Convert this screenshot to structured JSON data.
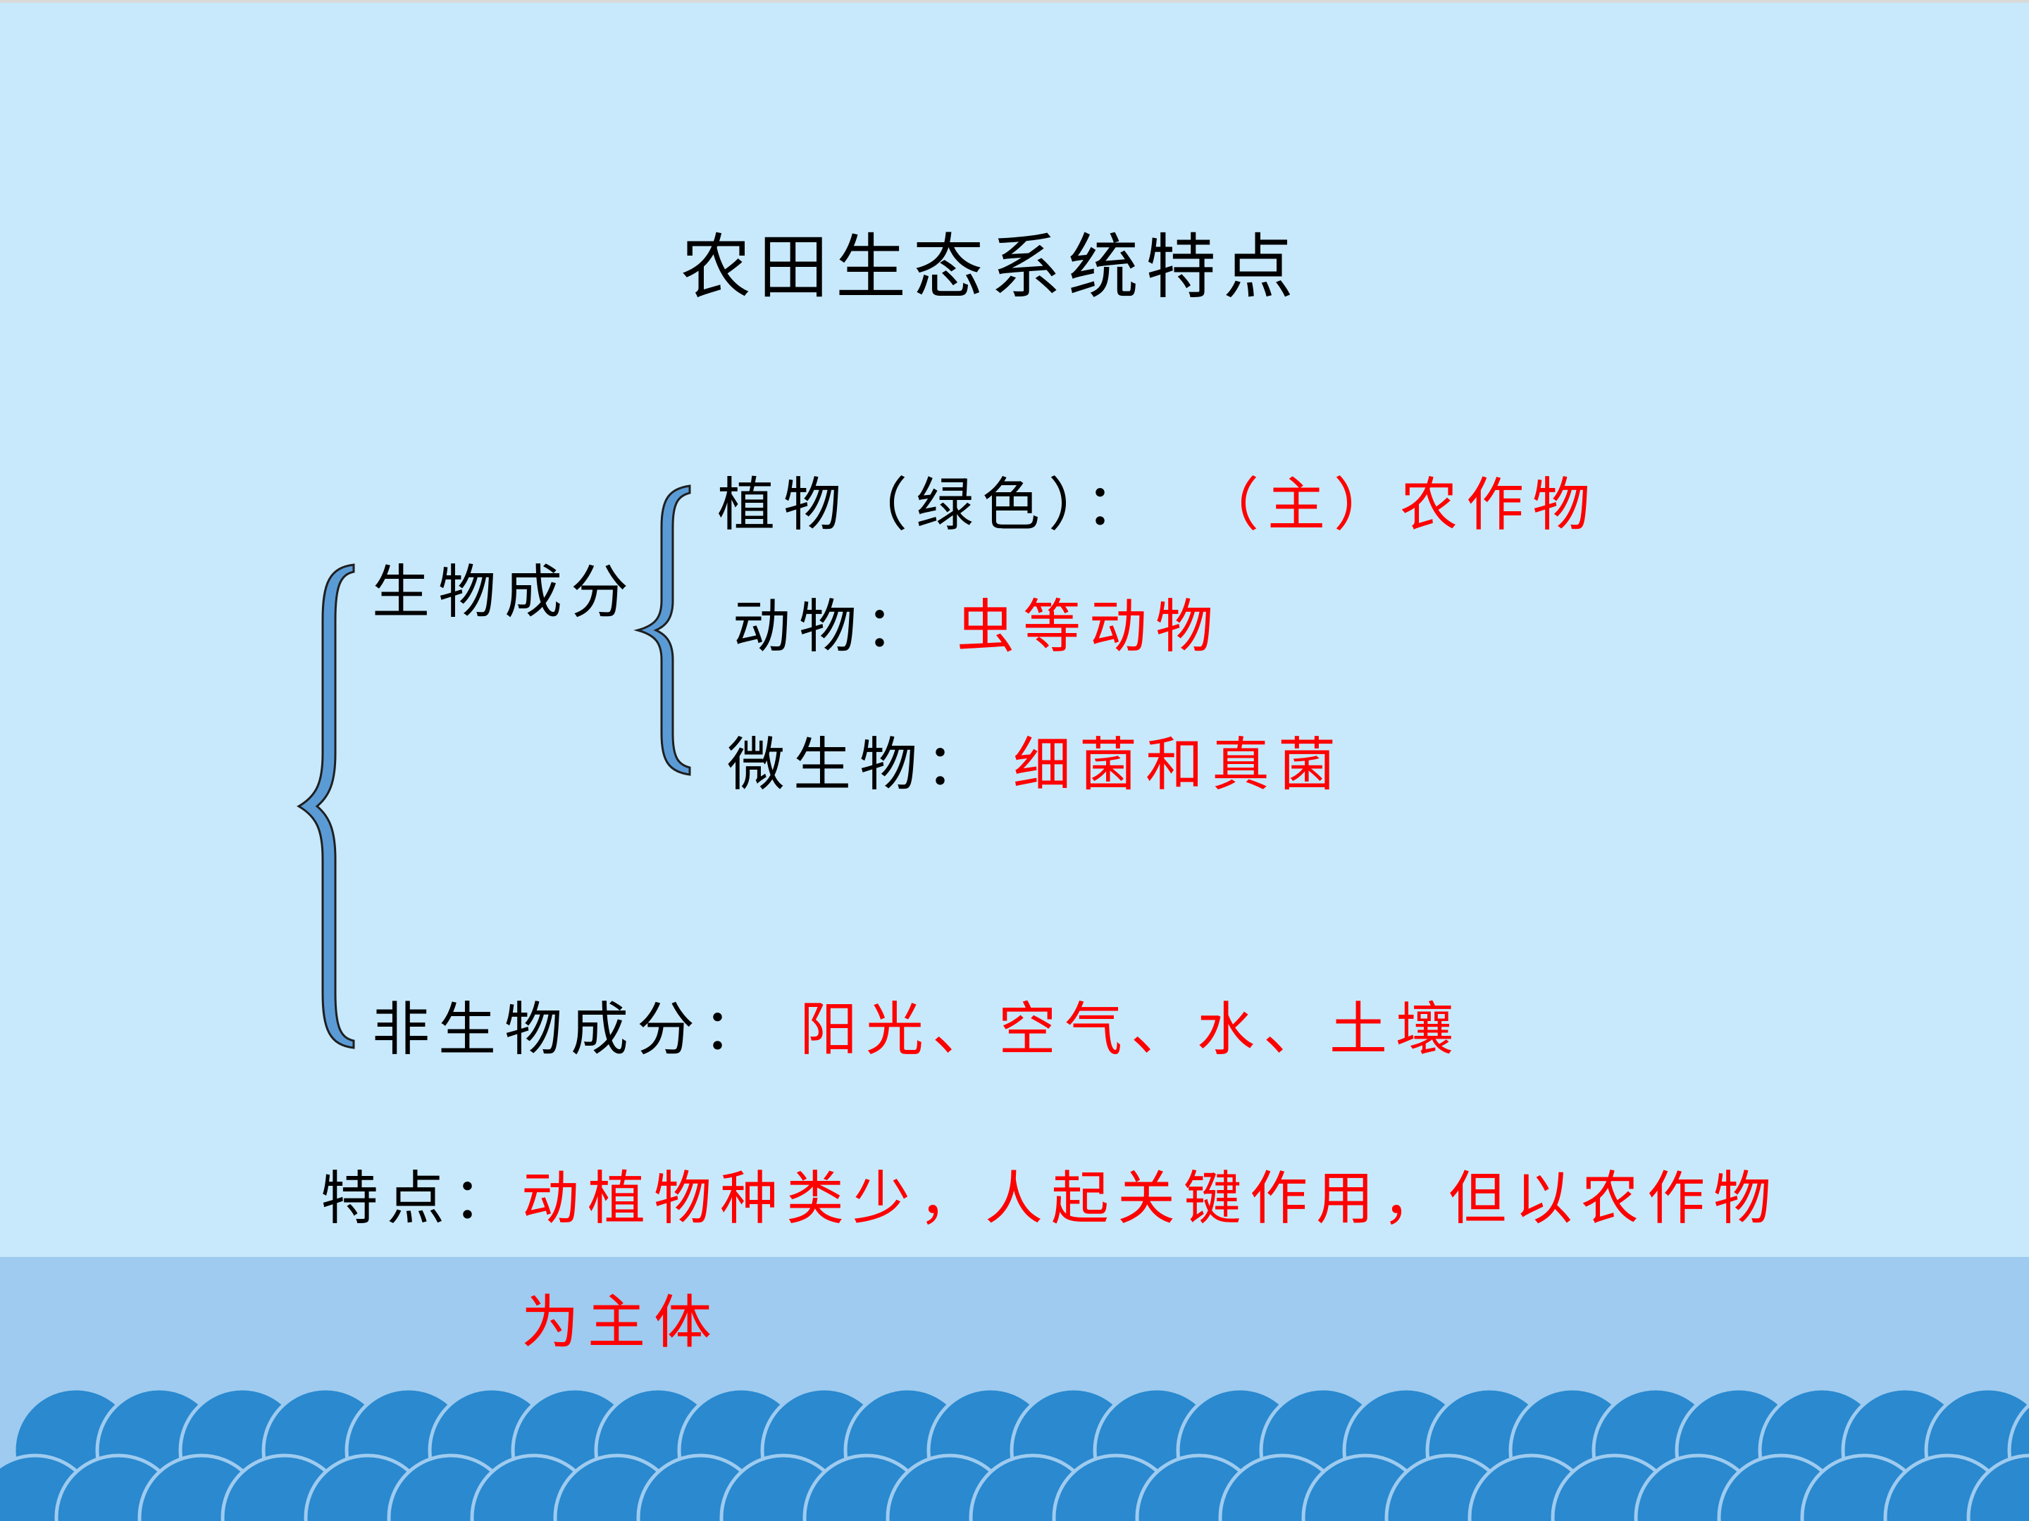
{
  "slide": {
    "title": "农田生态系统特点",
    "colors": {
      "background": "#c8e9fb",
      "band": "#9ecbef",
      "wave": "#2a89cf",
      "brace_fill": "#5b9bd5",
      "accent_text": "#ff0000"
    },
    "biotic": {
      "label": "生物成分",
      "rows": [
        {
          "label": "植物（绿色）：",
          "value": "（主）农作物"
        },
        {
          "label": "动物：",
          "value": "虫等动物"
        },
        {
          "label": "微生物：",
          "value": "细菌和真菌"
        }
      ]
    },
    "abiotic": {
      "label": "非生物成分：",
      "value": "阳光、空气、水、土壤"
    },
    "feature": {
      "label": "特点：",
      "line1": "动植物种类少，人起关键作用，但以农作物",
      "line2": "为主体"
    }
  }
}
